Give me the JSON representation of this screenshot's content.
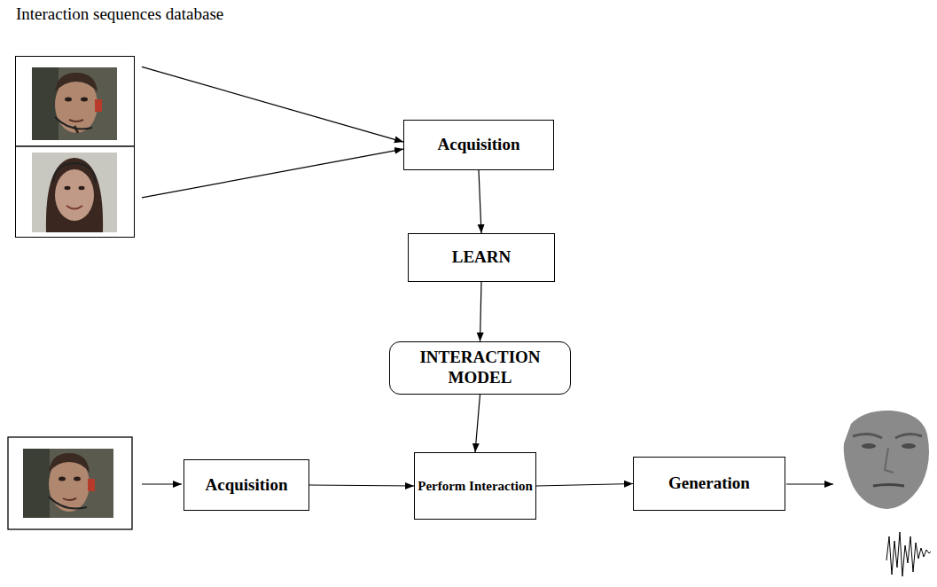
{
  "diagram": {
    "nodes": [
      {
        "text": [
          "Interaction sequences database"
        ]
      },
      {
        "text": [
          "Acquisition"
        ]
      },
      {
        "text": [
          "LEARN"
        ]
      },
      {
        "text": [
          "INTERACTION MODEL"
        ]
      },
      {
        "text": [
          "Acquisition"
        ]
      },
      {
        "text": [
          "Perform Interaction"
        ]
      },
      {
        "text": [
          "Generation"
        ]
      }
    ],
    "edges": [
      {
        "from": 0,
        "to": 1,
        "arrow": "to"
      },
      {
        "from": 0,
        "to": 1,
        "arrow": "to"
      },
      {
        "from": 1,
        "to": 2,
        "arrow": "to"
      },
      {
        "from": 2,
        "to": 3,
        "arrow": "to"
      },
      {
        "from": 3,
        "to": 5,
        "arrow": "to"
      },
      {
        "from": 4,
        "to": 5,
        "arrow": "to"
      },
      {
        "from": 5,
        "to": 6,
        "arrow": "to"
      }
    ]
  }
}
